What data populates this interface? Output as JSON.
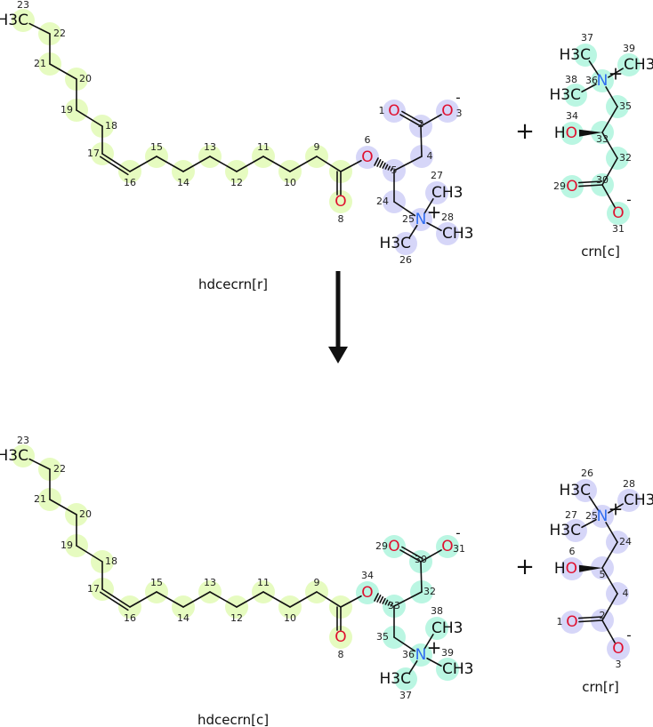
{
  "operators": {
    "plus": "+"
  },
  "colors": {
    "fatty": "#e6fbc0",
    "crn_r": "#d6d6f8",
    "crn_c": "#baf6e2",
    "oxygen": "#e0102f",
    "nitrogen": "#2f6cf0",
    "carbon": "#111111"
  },
  "molecules": {
    "hdcecrn_r": {
      "name": "hdcecrn[r]",
      "atoms": [
        {
          "n": "23",
          "el": "H3C",
          "g": "fatty"
        },
        {
          "n": "22",
          "g": "fatty"
        },
        {
          "n": "21",
          "g": "fatty"
        },
        {
          "n": "20",
          "g": "fatty"
        },
        {
          "n": "19",
          "g": "fatty"
        },
        {
          "n": "18",
          "g": "fatty"
        },
        {
          "n": "17",
          "g": "fatty"
        },
        {
          "n": "16",
          "g": "fatty"
        },
        {
          "n": "15",
          "g": "fatty"
        },
        {
          "n": "14",
          "g": "fatty"
        },
        {
          "n": "13",
          "g": "fatty"
        },
        {
          "n": "12",
          "g": "fatty"
        },
        {
          "n": "11",
          "g": "fatty"
        },
        {
          "n": "10",
          "g": "fatty"
        },
        {
          "n": "9",
          "g": "fatty"
        },
        {
          "g": "fatty"
        },
        {
          "n": "8",
          "el": "O",
          "g": "fatty"
        },
        {
          "n": "6",
          "el": "O",
          "g": "crn_r"
        },
        {
          "n": "5",
          "g": "crn_r"
        },
        {
          "n": "4",
          "g": "crn_r"
        },
        {
          "n": "2",
          "g": "crn_r"
        },
        {
          "n": "1",
          "el": "O",
          "g": "crn_r"
        },
        {
          "n": "3",
          "el": "O",
          "charge": "-",
          "g": "crn_r"
        },
        {
          "n": "24",
          "g": "crn_r"
        },
        {
          "n": "25",
          "el": "N",
          "charge": "+",
          "g": "crn_r"
        },
        {
          "n": "26",
          "el": "H3C",
          "g": "crn_r"
        },
        {
          "n": "27",
          "el": "CH3",
          "g": "crn_r"
        },
        {
          "n": "28",
          "el": "CH3",
          "g": "crn_r"
        }
      ]
    },
    "crn_c": {
      "name": "crn[c]",
      "atoms": [
        {
          "n": "37",
          "el": "H3C",
          "g": "crn_c"
        },
        {
          "n": "39",
          "el": "CH3",
          "g": "crn_c"
        },
        {
          "n": "36",
          "el": "N",
          "charge": "+",
          "g": "crn_c"
        },
        {
          "n": "38",
          "el": "H3C",
          "g": "crn_c"
        },
        {
          "n": "35",
          "g": "crn_c"
        },
        {
          "n": "33",
          "g": "crn_c"
        },
        {
          "n": "34",
          "el": "HO",
          "g": "crn_c"
        },
        {
          "n": "32",
          "g": "crn_c"
        },
        {
          "n": "30",
          "g": "crn_c"
        },
        {
          "n": "29",
          "el": "O",
          "g": "crn_c"
        },
        {
          "n": "31",
          "el": "O",
          "charge": "-",
          "g": "crn_c"
        }
      ]
    },
    "hdcecrn_c": {
      "name": "hdcecrn[c]",
      "atoms": [
        {
          "n": "23",
          "el": "H3C",
          "g": "fatty"
        },
        {
          "n": "22",
          "g": "fatty"
        },
        {
          "n": "21",
          "g": "fatty"
        },
        {
          "n": "20",
          "g": "fatty"
        },
        {
          "n": "19",
          "g": "fatty"
        },
        {
          "n": "18",
          "g": "fatty"
        },
        {
          "n": "17",
          "g": "fatty"
        },
        {
          "n": "16",
          "g": "fatty"
        },
        {
          "n": "15",
          "g": "fatty"
        },
        {
          "n": "14",
          "g": "fatty"
        },
        {
          "n": "13",
          "g": "fatty"
        },
        {
          "n": "12",
          "g": "fatty"
        },
        {
          "n": "11",
          "g": "fatty"
        },
        {
          "n": "10",
          "g": "fatty"
        },
        {
          "n": "9",
          "g": "fatty"
        },
        {
          "g": "fatty"
        },
        {
          "n": "8",
          "el": "O",
          "g": "fatty"
        },
        {
          "n": "34",
          "el": "O",
          "g": "crn_c"
        },
        {
          "n": "33",
          "g": "crn_c"
        },
        {
          "n": "32",
          "g": "crn_c"
        },
        {
          "n": "30",
          "g": "crn_c"
        },
        {
          "n": "29",
          "el": "O",
          "g": "crn_c"
        },
        {
          "n": "31",
          "el": "O",
          "charge": "-",
          "g": "crn_c"
        },
        {
          "n": "35",
          "g": "crn_c"
        },
        {
          "n": "36",
          "el": "N",
          "charge": "+",
          "g": "crn_c"
        },
        {
          "n": "37",
          "el": "H3C",
          "g": "crn_c"
        },
        {
          "n": "38",
          "el": "CH3",
          "g": "crn_c"
        },
        {
          "n": "39",
          "el": "CH3",
          "g": "crn_c"
        }
      ]
    },
    "crn_r": {
      "name": "crn[r]",
      "atoms": [
        {
          "n": "26",
          "el": "H3C",
          "g": "crn_r"
        },
        {
          "n": "28",
          "el": "CH3",
          "g": "crn_r"
        },
        {
          "n": "25",
          "el": "N",
          "charge": "+",
          "g": "crn_r"
        },
        {
          "n": "27",
          "el": "H3C",
          "g": "crn_r"
        },
        {
          "n": "24",
          "g": "crn_r"
        },
        {
          "n": "5",
          "g": "crn_r"
        },
        {
          "n": "6",
          "el": "HO",
          "g": "crn_r"
        },
        {
          "n": "4",
          "g": "crn_r"
        },
        {
          "n": "2",
          "g": "crn_r"
        },
        {
          "n": "1",
          "el": "O",
          "g": "crn_r"
        },
        {
          "n": "3",
          "el": "O",
          "charge": "-",
          "g": "crn_r"
        }
      ]
    }
  }
}
